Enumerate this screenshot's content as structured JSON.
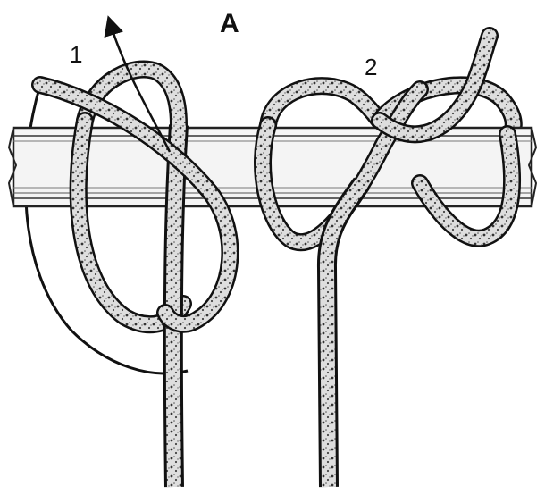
{
  "figure": {
    "title": "A",
    "step_labels": [
      "1",
      "2"
    ]
  },
  "colors": {
    "ink": "#1a1a1a",
    "rope_fill": "#d9d9d9",
    "bar_fill": "#f2f2f2",
    "bar_stroke": "#222222",
    "background": "#ffffff"
  }
}
